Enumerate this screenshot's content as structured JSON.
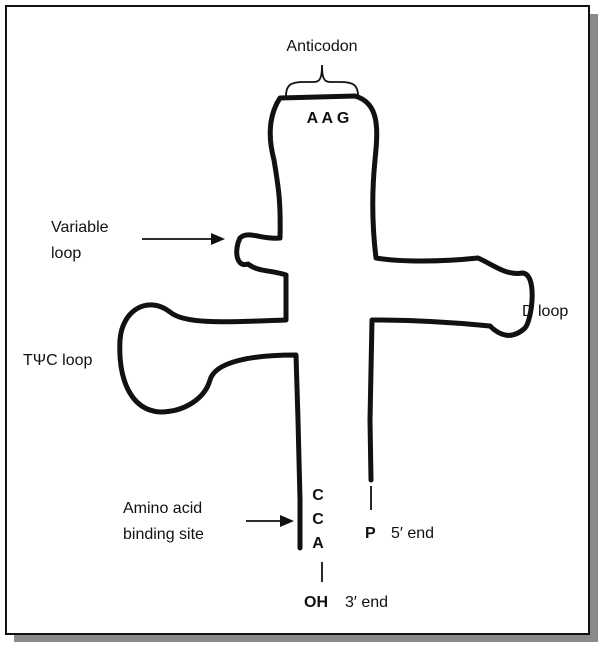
{
  "labels": {
    "anticodon": "Anticodon",
    "anticodon_bases": "A A G",
    "variable_loop_line1": "Variable",
    "variable_loop_line2": "loop",
    "d_loop": "D loop",
    "tpsic_loop": "TΨC loop",
    "amino_line1": "Amino acid",
    "amino_line2": "binding site",
    "cca_c1": "C",
    "cca_c2": "C",
    "cca_a": "A",
    "p": "P",
    "five_end": "5′ end",
    "oh": "OH",
    "three_end": "3′ end"
  },
  "colors": {
    "stroke": "#111111",
    "border": "#111111",
    "shadow": "#8a8a8a",
    "background": "#ffffff"
  }
}
